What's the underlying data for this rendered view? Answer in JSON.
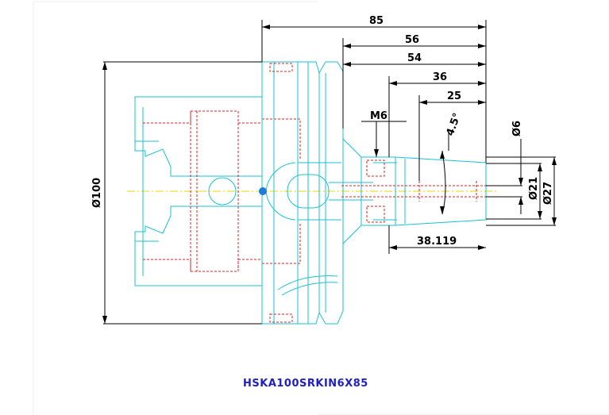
{
  "part_number": "HSKA100SRKIN6X85",
  "dimensions": {
    "overall_length": "85",
    "length_56": "56",
    "length_54": "54",
    "length_36": "36",
    "length_25": "25",
    "thread": "M6",
    "taper_angle": "4.5°",
    "length_38": "38.119",
    "dia_100": "Ø100",
    "dia_6": "Ø6",
    "dia_21": "Ø21",
    "dia_27": "Ø27"
  },
  "colors": {
    "outline": "#19c3d3",
    "hidden": "#e02020",
    "centerline": "#e6d800",
    "dimension": "#000000",
    "title": "#1f1fc8"
  }
}
